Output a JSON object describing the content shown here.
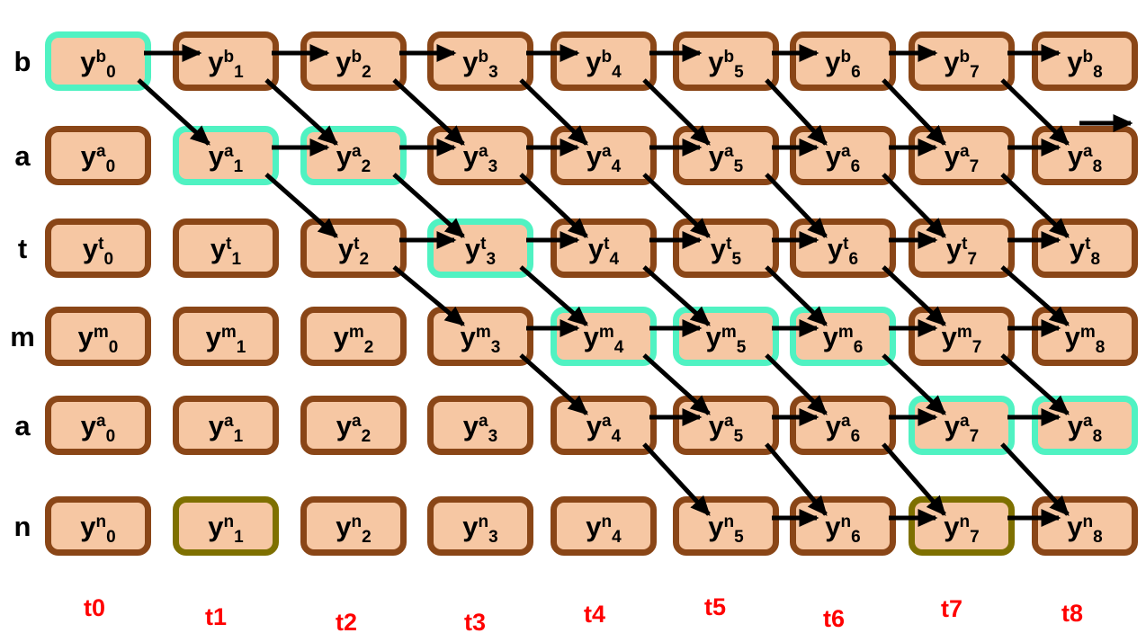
{
  "diagram": {
    "cell_base_symbol": "y",
    "row_labels": [
      "b",
      "a",
      "t",
      "m",
      "a",
      "n"
    ],
    "time_labels": [
      "t0",
      "t1",
      "t2",
      "t3",
      "t4",
      "t5",
      "t6",
      "t7",
      "t8"
    ],
    "num_cols": 9,
    "rows": [
      {
        "letter": "b",
        "borders": [
          "green",
          "brown",
          "brown",
          "brown",
          "brown",
          "brown",
          "brown",
          "brown",
          "brown"
        ]
      },
      {
        "letter": "a",
        "borders": [
          "brown",
          "green",
          "green",
          "brown",
          "brown",
          "brown",
          "brown",
          "brown",
          "brown"
        ]
      },
      {
        "letter": "t",
        "borders": [
          "brown",
          "brown",
          "brown",
          "green",
          "brown",
          "brown",
          "brown",
          "brown",
          "brown"
        ]
      },
      {
        "letter": "m",
        "borders": [
          "brown",
          "brown",
          "brown",
          "brown",
          "green",
          "green",
          "green",
          "brown",
          "brown"
        ]
      },
      {
        "letter": "a",
        "borders": [
          "brown",
          "brown",
          "brown",
          "brown",
          "brown",
          "brown",
          "brown",
          "green",
          "green"
        ]
      },
      {
        "letter": "n",
        "borders": [
          "brown",
          "olive",
          "brown",
          "brown",
          "brown",
          "brown",
          "brown",
          "olive",
          "brown"
        ]
      }
    ],
    "arrows": {
      "horizontal": [
        [
          0,
          0
        ],
        [
          0,
          1
        ],
        [
          0,
          2
        ],
        [
          0,
          3
        ],
        [
          0,
          4
        ],
        [
          0,
          5
        ],
        [
          0,
          6
        ],
        [
          0,
          7
        ],
        [
          1,
          1
        ],
        [
          1,
          2
        ],
        [
          1,
          3
        ],
        [
          1,
          4
        ],
        [
          1,
          5
        ],
        [
          1,
          6
        ],
        [
          1,
          7
        ],
        [
          2,
          2
        ],
        [
          2,
          3
        ],
        [
          2,
          4
        ],
        [
          2,
          5
        ],
        [
          2,
          6
        ],
        [
          2,
          7
        ],
        [
          3,
          3
        ],
        [
          3,
          4
        ],
        [
          3,
          5
        ],
        [
          3,
          6
        ],
        [
          3,
          7
        ],
        [
          4,
          4
        ],
        [
          4,
          5
        ],
        [
          4,
          6
        ],
        [
          4,
          7
        ],
        [
          5,
          5
        ],
        [
          5,
          6
        ],
        [
          5,
          7
        ]
      ],
      "diagonal": [
        [
          0,
          0
        ],
        [
          0,
          1
        ],
        [
          0,
          2
        ],
        [
          0,
          3
        ],
        [
          0,
          4
        ],
        [
          0,
          5
        ],
        [
          0,
          6
        ],
        [
          0,
          7
        ],
        [
          1,
          1
        ],
        [
          1,
          2
        ],
        [
          1,
          3
        ],
        [
          1,
          4
        ],
        [
          1,
          5
        ],
        [
          1,
          6
        ],
        [
          1,
          7
        ],
        [
          2,
          2
        ],
        [
          2,
          3
        ],
        [
          2,
          4
        ],
        [
          2,
          5
        ],
        [
          2,
          6
        ],
        [
          2,
          7
        ],
        [
          3,
          3
        ],
        [
          3,
          4
        ],
        [
          3,
          5
        ],
        [
          3,
          6
        ],
        [
          3,
          7
        ],
        [
          4,
          4
        ],
        [
          4,
          5
        ],
        [
          4,
          6
        ],
        [
          4,
          7
        ]
      ],
      "exit": [
        {
          "row": 1,
          "col": 8
        }
      ]
    },
    "colors": {
      "cell_fill": "#F6C7A3",
      "border_brown": "#8A4617",
      "border_green": "#50F2C2",
      "border_olive": "#7E7000",
      "arrow": "#000000",
      "time_label_color": "#FF0000",
      "row_label_color": "#000000",
      "background": "#FFFFFF"
    }
  }
}
